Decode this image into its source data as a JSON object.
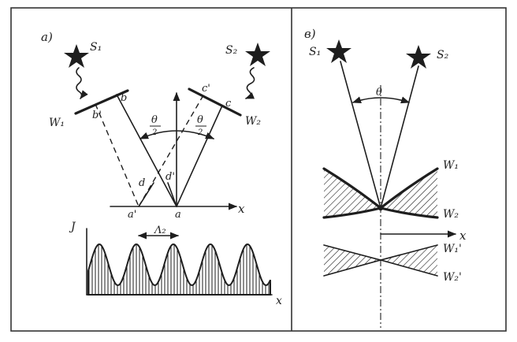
{
  "panel_a": {
    "label": "a)",
    "source_left": "S₁",
    "source_right": "S₂",
    "wave_left": "W₁",
    "wave_right": "W₂",
    "point_b": "b",
    "point_b_prime": "b'",
    "point_c": "c",
    "point_c_prime": "c'",
    "point_d": "d",
    "point_d_prime": "d'",
    "point_a": "a",
    "point_a_prime": "a'",
    "angle_half_left": "θ",
    "angle_half_right": "θ",
    "angle_denominator": "2",
    "axis_x": "x",
    "intensity_label": "J",
    "period_label": "Λ₂",
    "plot_x_axis": "x"
  },
  "panel_b": {
    "label": "в)",
    "source_left": "S₁",
    "source_right": "S₂",
    "angle": "θ",
    "wave_1": "W₁",
    "wave_2": "W₂",
    "axis_x": "x",
    "wave_1_prime": "W₁'",
    "wave_2_prime": "W₂'"
  },
  "colors": {
    "ink": "#1e1e1e",
    "paper": "#ffffff",
    "frame": "#333333"
  }
}
